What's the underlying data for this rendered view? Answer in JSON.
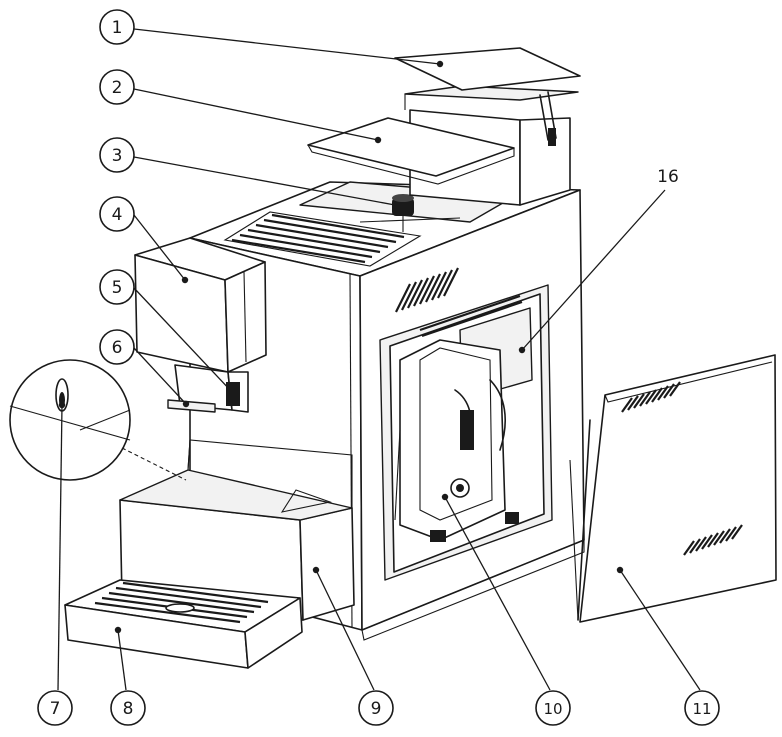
{
  "callouts": [
    {
      "id": "1",
      "label": "1"
    },
    {
      "id": "2",
      "label": "2"
    },
    {
      "id": "3",
      "label": "3"
    },
    {
      "id": "4",
      "label": "4"
    },
    {
      "id": "5",
      "label": "5"
    },
    {
      "id": "6",
      "label": "6"
    },
    {
      "id": "7",
      "label": "7"
    },
    {
      "id": "8",
      "label": "8"
    },
    {
      "id": "9",
      "label": "9"
    },
    {
      "id": "10",
      "label": "10"
    },
    {
      "id": "11",
      "label": "11"
    },
    {
      "id": "16",
      "label": "16"
    }
  ]
}
